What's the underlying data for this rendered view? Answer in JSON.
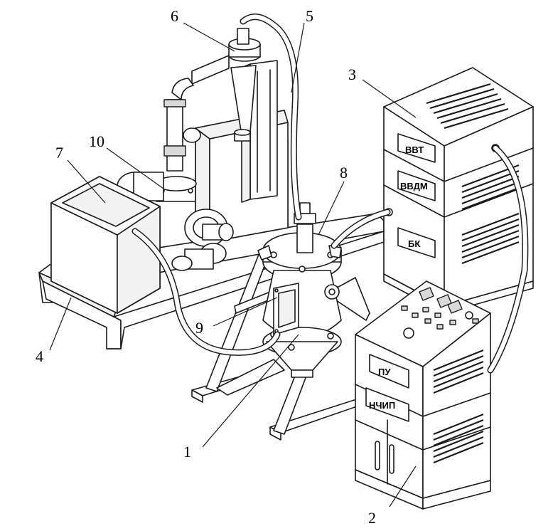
{
  "callouts": [
    "1",
    "2",
    "3",
    "4",
    "5",
    "6",
    "7",
    "8",
    "9",
    "10"
  ],
  "panel_labels": {
    "vvt": "ВВТ",
    "vvdm": "ВВДМ",
    "bk": "БК",
    "pu": "ПУ",
    "nchip": "НЧИП"
  }
}
